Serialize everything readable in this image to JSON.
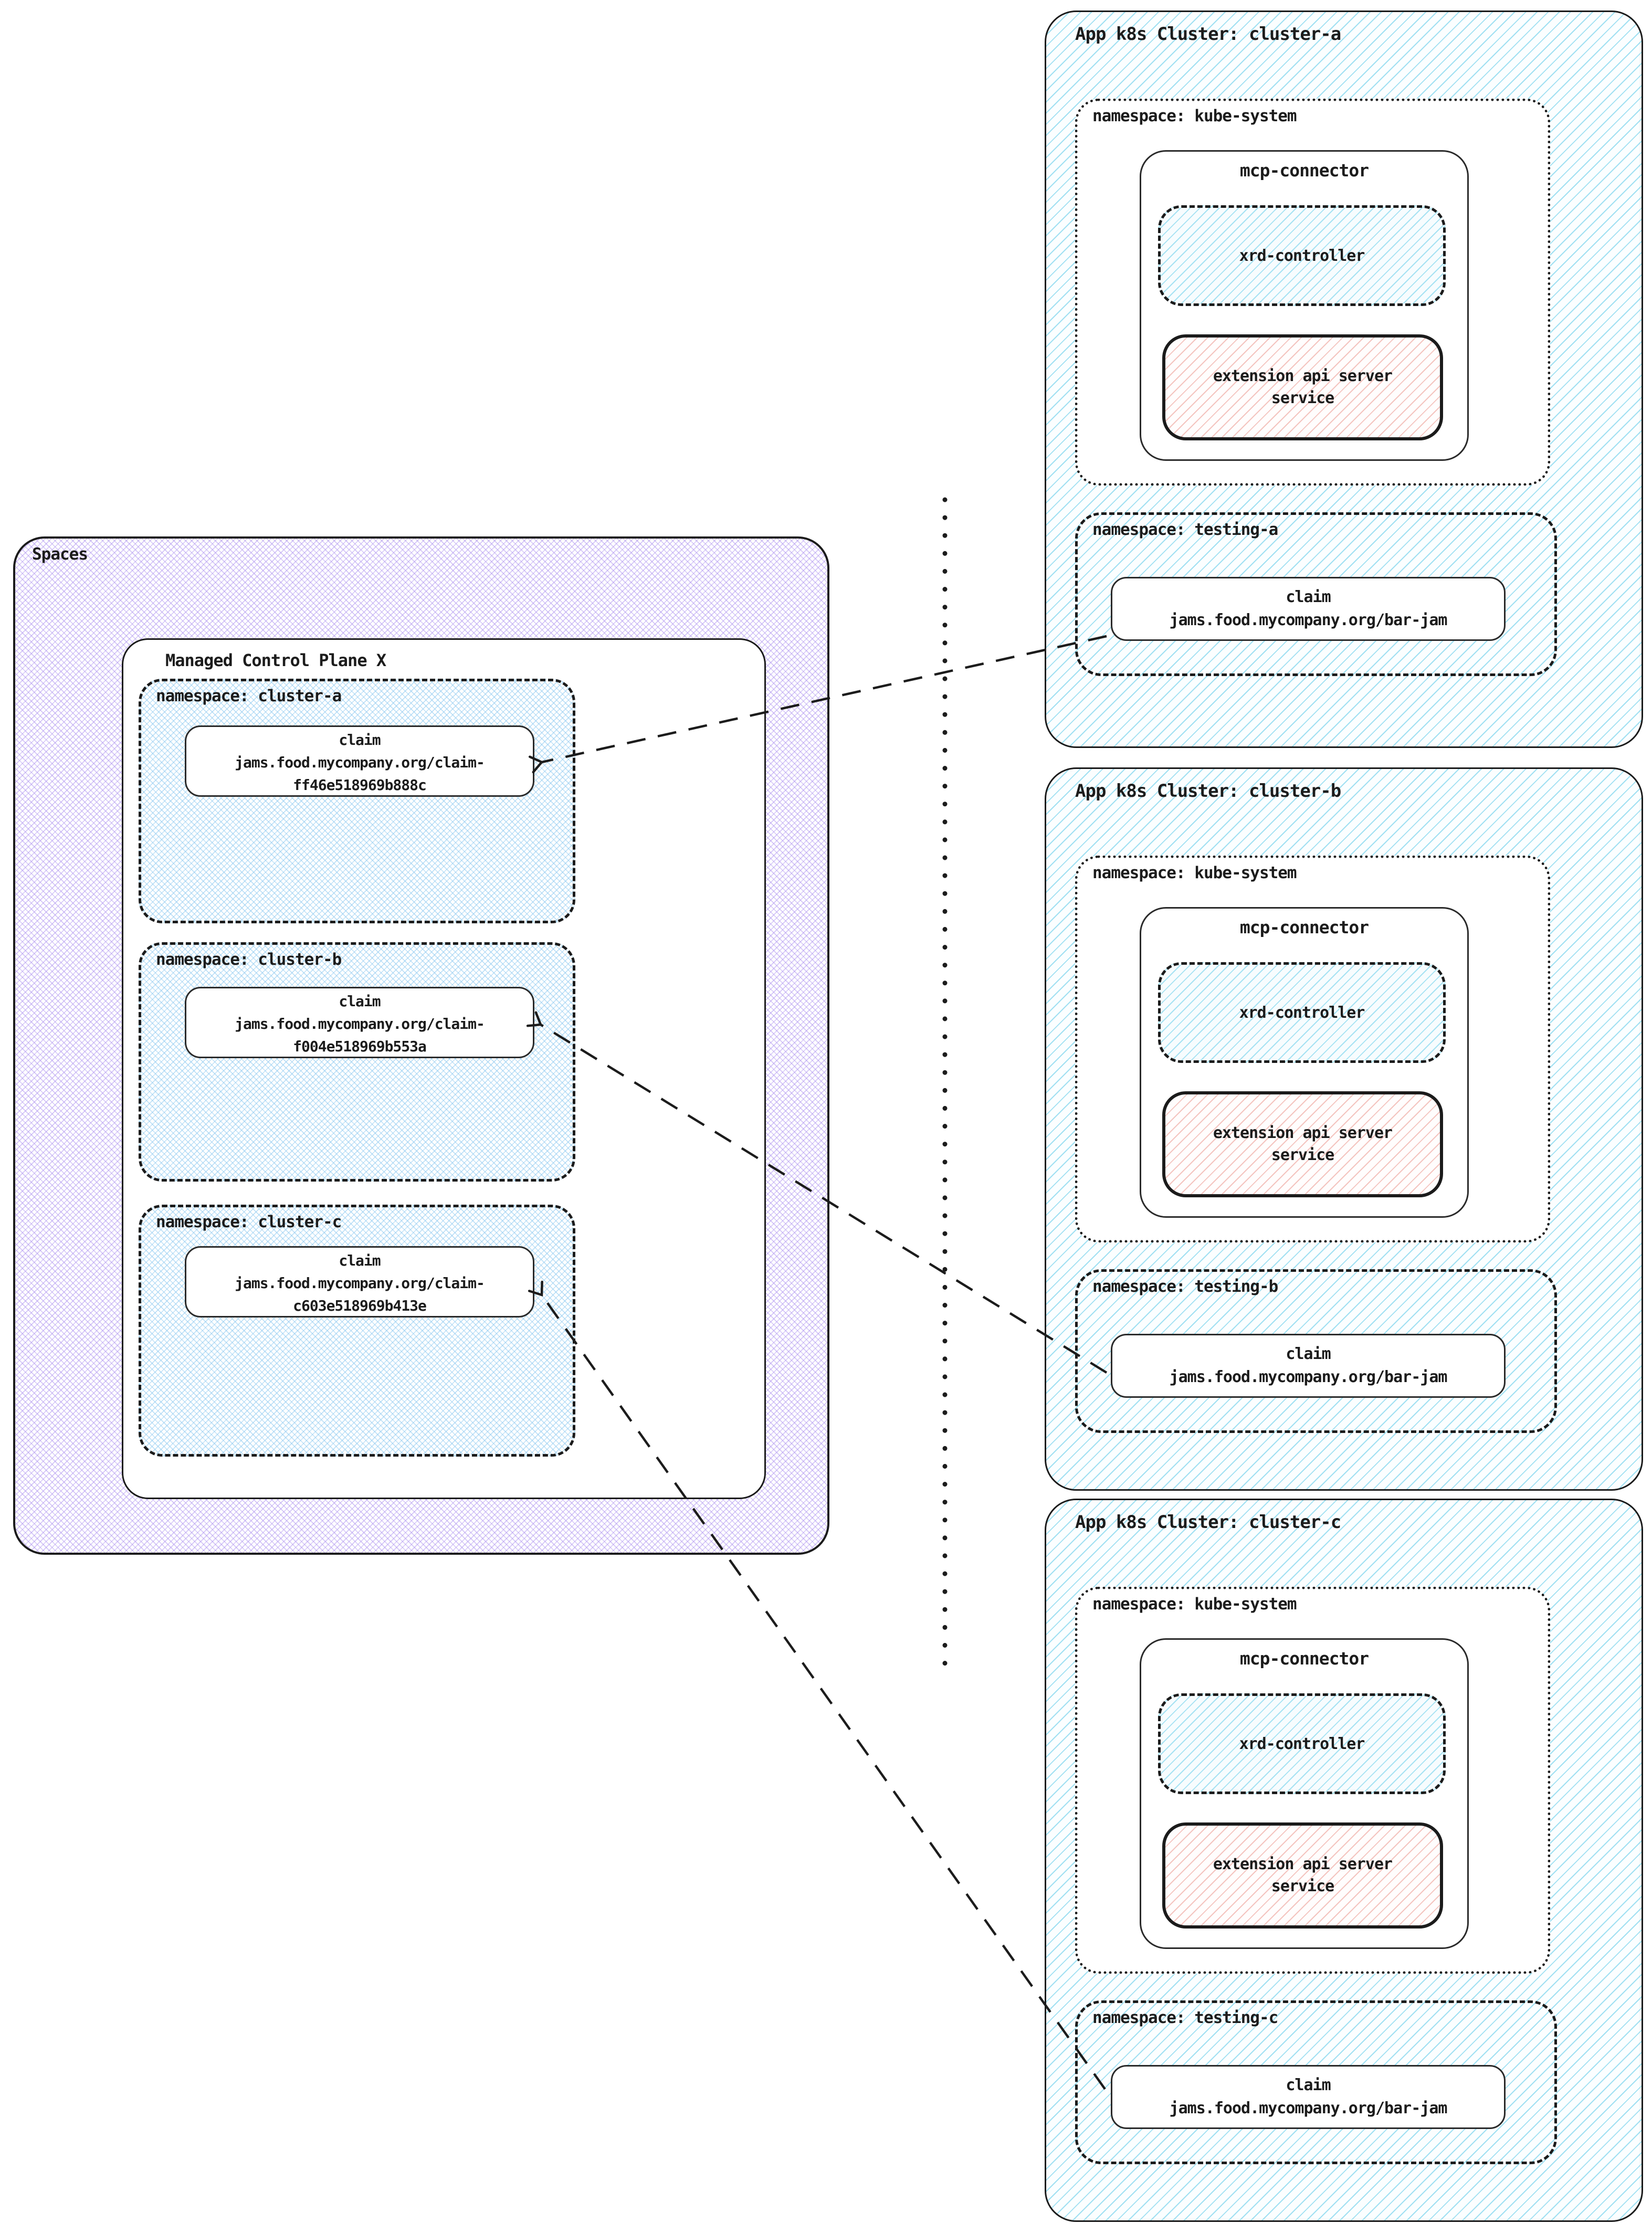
{
  "colors": {
    "ink": "#1c1c1c",
    "blue_hatch": "#7ad4ec",
    "skyblue_hatch": "#8ac8f0",
    "purple_hatch": "#b096f0",
    "pink_hatch": "#eea69e"
  },
  "left": {
    "spaces_label": "Spaces",
    "mcp_label": "Managed Control Plane X",
    "namespaces": [
      {
        "label": "namespace: cluster-a",
        "claim_title": "claim",
        "claim_line1": "jams.food.mycompany.org/claim-",
        "claim_line2": "ff46e518969b888c"
      },
      {
        "label": "namespace: cluster-b",
        "claim_title": "claim",
        "claim_line1": "jams.food.mycompany.org/claim-",
        "claim_line2": "f004e518969b553a"
      },
      {
        "label": "namespace: cluster-c",
        "claim_title": "claim",
        "claim_line1": "jams.food.mycompany.org/claim-",
        "claim_line2": "c603e518969b413e"
      }
    ]
  },
  "clusters": [
    {
      "title": "App k8s Cluster: cluster-a",
      "system_namespace": {
        "label": "namespace: kube-system",
        "connector": {
          "label": "mcp-connector",
          "controller_label": "xrd-controller",
          "extension_line1": "extension api server",
          "extension_line2": "service"
        }
      },
      "testing_namespace": {
        "label": "namespace: testing-a",
        "claim_title": "claim",
        "claim_body": "jams.food.mycompany.org/bar-jam"
      }
    },
    {
      "title": "App k8s Cluster: cluster-b",
      "system_namespace": {
        "label": "namespace: kube-system",
        "connector": {
          "label": "mcp-connector",
          "controller_label": "xrd-controller",
          "extension_line1": "extension api server",
          "extension_line2": "service"
        }
      },
      "testing_namespace": {
        "label": "namespace: testing-b",
        "claim_title": "claim",
        "claim_body": "jams.food.mycompany.org/bar-jam"
      }
    },
    {
      "title": "App k8s Cluster: cluster-c",
      "system_namespace": {
        "label": "namespace: kube-system",
        "connector": {
          "label": "mcp-connector",
          "controller_label": "xrd-controller",
          "extension_line1": "extension api server",
          "extension_line2": "service"
        }
      },
      "testing_namespace": {
        "label": "namespace: testing-c",
        "claim_title": "claim",
        "claim_body": "jams.food.mycompany.org/bar-jam"
      }
    }
  ]
}
